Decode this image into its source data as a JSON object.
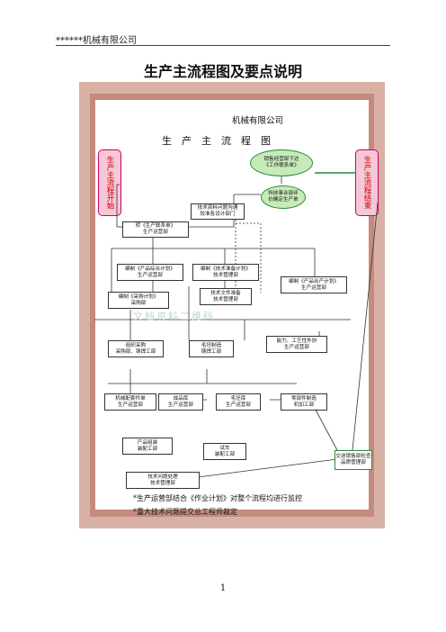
{
  "header": {
    "company": "******机械有限公司"
  },
  "title": "生产主流程图及要点说明",
  "chart": {
    "company_suffix": "机械有限公司",
    "chart_title": "生产主流程图",
    "start_label": "生产主流程开始",
    "end_label": "生产主流程结束",
    "ovals": {
      "sales": [
        "销售经营部下达",
        "《工作联系单》"
      ],
      "review": [
        "科技事业部评",
        "价确定生产单"
      ]
    },
    "boxes": {
      "tech_drawing": [
        "技术资料问题沟通",
        "较准各设计部门"
      ],
      "contact": [
        "转《生产联系单》",
        "生产运营部"
      ],
      "process_plan": [
        "编制《产品综合计划》",
        "生产运营部"
      ],
      "tech_prep": [
        "编制《技术准备计划》",
        "技术管理部"
      ],
      "prod_plan": [
        "编制《产品出产计划》",
        "生产运营部"
      ],
      "purchase_plan": [
        "编制《采购计划》",
        "采购部"
      ],
      "tech_docs": [
        "技术文件准备",
        "技术管理部"
      ],
      "org_purchase": [
        "组织采购",
        "采购部、铸焊工部"
      ],
      "blank_mfg": [
        "毛坯制造",
        "铸焊工部"
      ],
      "coord": [
        "能力、工艺性外协",
        "生产运营部"
      ],
      "machining": [
        "机械配套件单",
        "生产运营部"
      ],
      "finished": [
        "成品库",
        "生产运营部"
      ],
      "blank_store": [
        "毛坯库",
        "生产运营部"
      ],
      "parts": [
        "零部件制造",
        "机加工部"
      ],
      "assembly": [
        "产品组装",
        "装配工部"
      ],
      "test": [
        "试车",
        "装配工部"
      ],
      "delivery": [
        "交送销售部检查",
        "品质管理部"
      ],
      "tech_issue": [
        "技术问题处理",
        "技术管理部"
      ]
    },
    "blurred": "文档资料二维码"
  },
  "notes": [
    "*生产运营部结合《作业计划》对整个流程均进行监控",
    "*重大技术问题提交总工程师裁定"
  ],
  "page_number": "1"
}
